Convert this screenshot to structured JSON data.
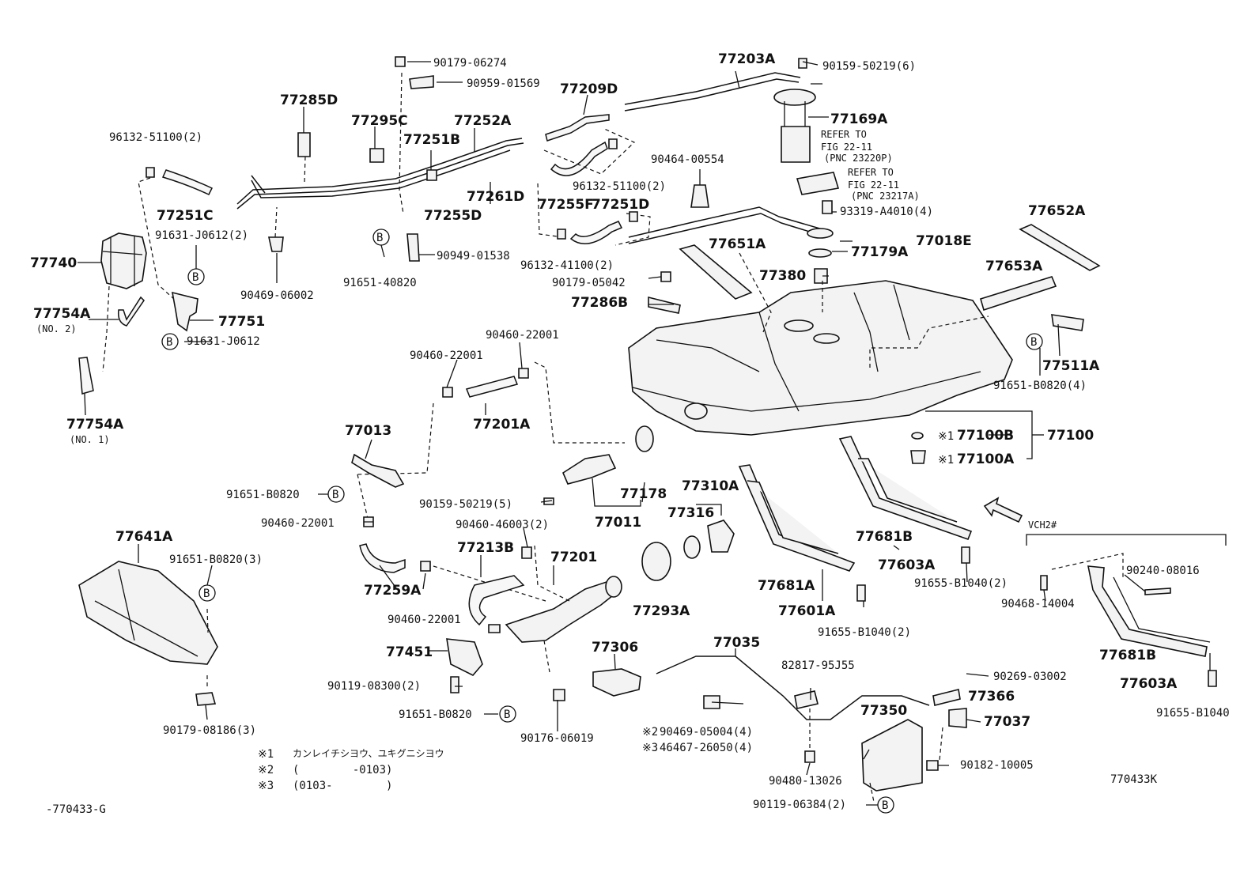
{
  "labels": {
    "l77203A": "77203A",
    "l9015950219_6": "90159-50219(6)",
    "l9017906274": "90179-06274",
    "l9095901569": "90959-01569",
    "l77209D": "77209D",
    "l77285D": "77285D",
    "l77169A": "77169A",
    "l77295C": "77295C",
    "l77252A": "77252A",
    "l9613251100_2a": "96132-51100(2)",
    "l77251B": "77251B",
    "l9046400554": "90464-00554",
    "l77261D": "77261D",
    "l77255F": "77255F",
    "l9613251100_2b": "96132-51100(2)",
    "l77251C": "77251C",
    "l77255D": "77255D",
    "l77251D": "77251D",
    "l93319": "93319-A4010(4)",
    "l77652A": "77652A",
    "l91631_2": "91631-J0612(2)",
    "l77740": "77740",
    "l9094901538": "90949-01538",
    "l77018E": "77018E",
    "l77651A": "77651A",
    "l77179A": "77179A",
    "l9613241100": "96132-41100(2)",
    "l9165140820": "91651-40820",
    "l9046906002": "90469-06002",
    "l77653A": "77653A",
    "l77380": "77380",
    "l9017905042": "90179-05042",
    "l77754A2": "77754A",
    "l77754A2n": "(NO. 2)",
    "l77286B": "77286B",
    "l77751": "77751",
    "l91631": "91631-J0612",
    "l9046022001a": "90460-22001",
    "l77511A": "77511A",
    "l9046022001b": "90460-22001",
    "l91651B0820_4": "91651-B0820(4)",
    "l77100B": "77100B",
    "l77100": "77100",
    "l77754A1": "77754A",
    "l77754A1n": "(NO. 1)",
    "l77201A": "77201A",
    "l77013": "77013",
    "l77100A": "77100A",
    "l91651B0820a": "91651-B0820",
    "l77178": "77178",
    "l77310A": "77310A",
    "l9015950219_5": "90159-50219(5)",
    "l77316": "77316",
    "l9046022001c": "90460-22001",
    "l77011": "77011",
    "l9046046003": "90460-46003(2)",
    "lVCH2": "VCH2#",
    "l77641A": "77641A",
    "l77681B": "77681B",
    "l77213B": "77213B",
    "l77201": "77201",
    "l77603A": "77603A",
    "l91651B0820_3": "91651-B0820(3)",
    "l9024008016": "90240-08016",
    "l91655B1040_2a": "91655-B1040(2)",
    "l9046814004": "90468-14004",
    "l77681A": "77681A",
    "l77259A": "77259A",
    "l77293A": "77293A",
    "l77601A": "77601A",
    "l9046022001d": "90460-22001",
    "l91655B1040_2b": "91655-B1040(2)",
    "l77681B_2": "77681B",
    "l77306": "77306",
    "l77035": "77035",
    "l77451": "77451",
    "l77603A_2": "77603A",
    "l8281795J55": "82817-95J55",
    "l9026903002": "90269-03002",
    "l9011908300": "90119-08300(2)",
    "l77366": "77366",
    "l91655B1040": "91655-B1040",
    "l77350": "77350",
    "l91651B0820b": "91651-B0820",
    "l77037": "77037",
    "l9017608186": "90179-08186(3)",
    "l9017606019": "90176-06019",
    "l9046905004": "90469-05004(4)",
    "l4646726050": "46467-26050(4)",
    "l9018210005": "90182-10005",
    "l9048013026": "90480-13026",
    "l770433K": "770433K",
    "l9011906384": "90119-06384(2)",
    "l770433G": "-770433-G"
  },
  "refers": {
    "r1a": "REFER TO",
    "r1b": "FIG 22-11",
    "r1c": "(PNC 23220P)",
    "r2a": "REFER TO",
    "r2b": "FIG 22-11",
    "r2c": "(PNC 23217A)"
  },
  "marks": {
    "note1": "※1",
    "note2": "※2",
    "note3": "※3",
    "circle_b": "B"
  },
  "notes": [
    {
      "mark": "※1",
      "text": "カンレイチシヨウ、ユキグニシヨウ"
    },
    {
      "mark": "※2",
      "text": "(        -0103)"
    },
    {
      "mark": "※3",
      "text": "(0103-        )"
    }
  ]
}
